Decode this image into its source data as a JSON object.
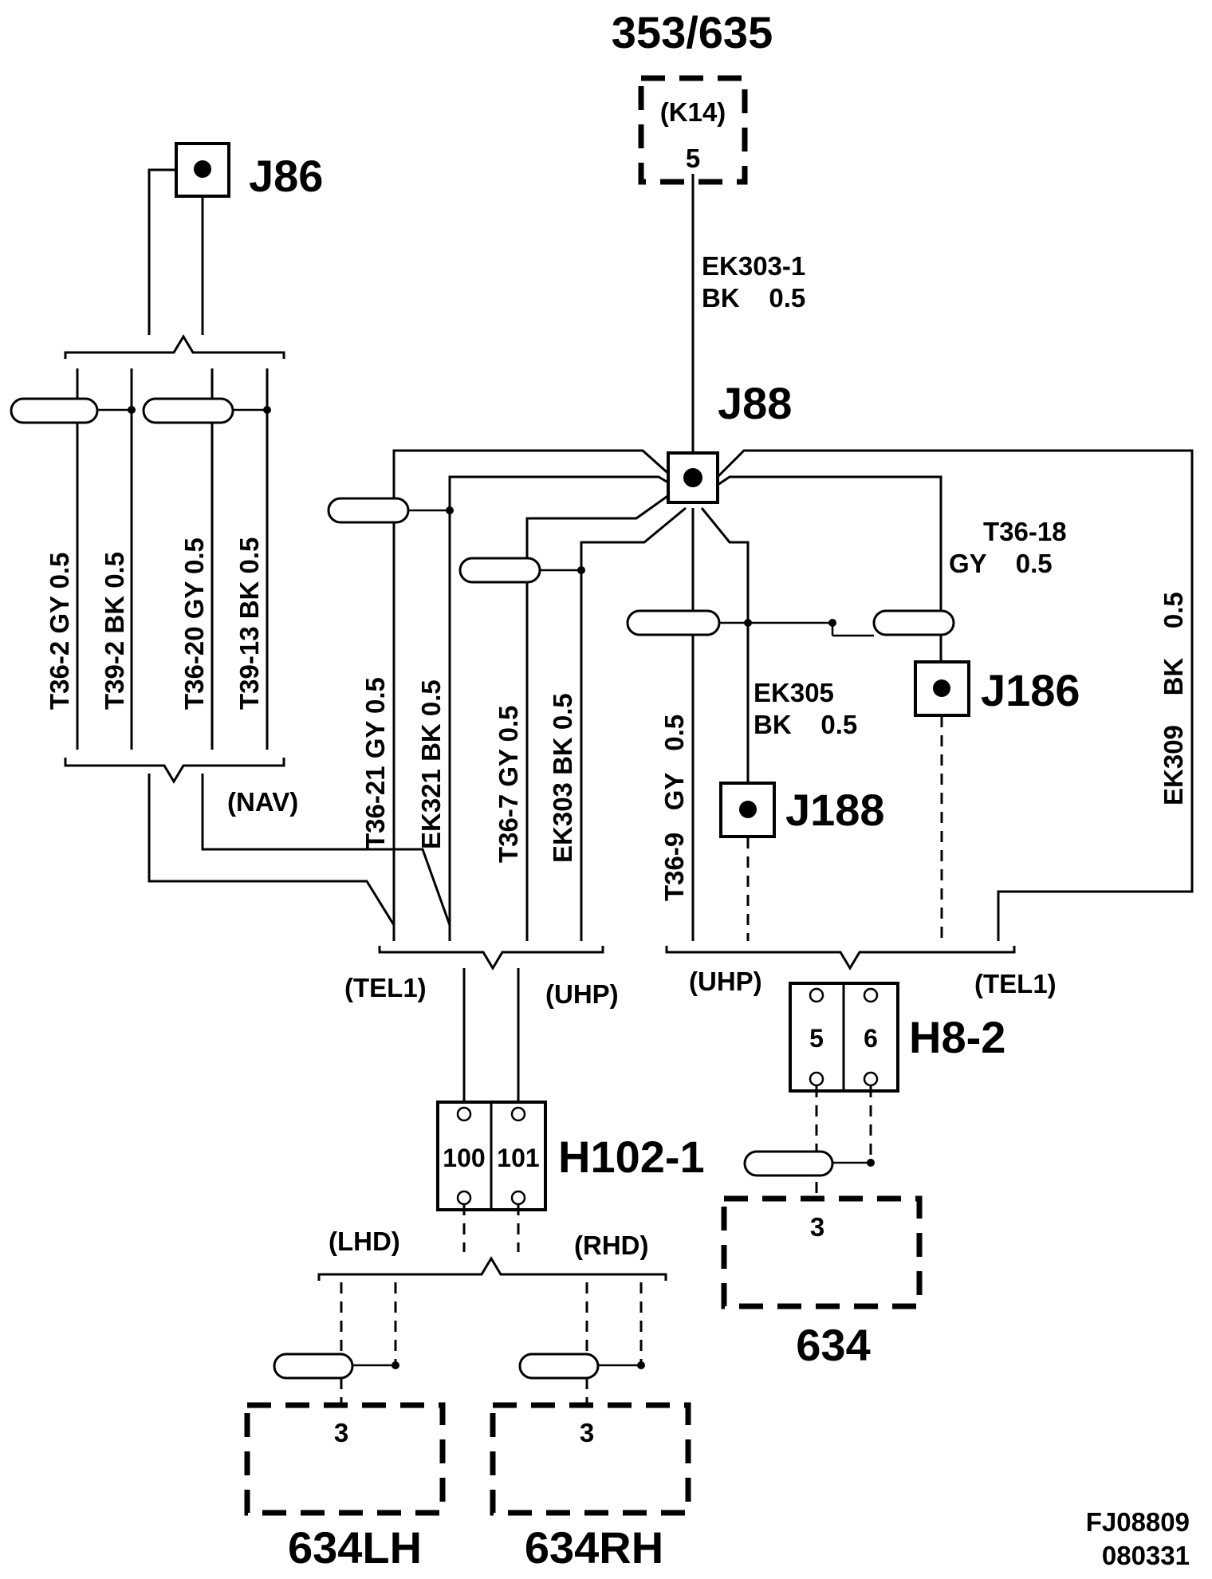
{
  "diagram_id": "FJ08809",
  "diagram_date": "080331",
  "top_component": {
    "name": "353/635",
    "connector": "(K14)",
    "pin": "5"
  },
  "wires": {
    "ek303_1": "EK303-1",
    "ek303_1_spec": "BK    0.5",
    "t36_2": "T36-2  GY  0.5",
    "t39_2": "T39-2  BK  0.5",
    "t36_20": "T36-20  GY  0.5",
    "t39_13": "T39-13  BK  0.5",
    "t36_21": "T36-21 GY  0.5",
    "ek321": "EK321  BK  0.5",
    "t36_7": "T36-7  GY  0.5",
    "ek303": "EK303  BK  0.5",
    "t36_9": "T36-9   GY   0.5",
    "ek305": "EK305",
    "ek305_spec": "BK    0.5",
    "t36_18": "T36-18",
    "t36_18_spec": "GY    0.5",
    "ek309": "EK309    BK    0.5"
  },
  "junctions": {
    "j86": "J86",
    "j88": "J88",
    "j186": "J186",
    "j188": "J188"
  },
  "options": {
    "nav": "(NAV)",
    "tel1_left": "(TEL1)",
    "uhp_left": "(UHP)",
    "uhp_right": "(UHP)",
    "tel1_right": "(TEL1)",
    "lhd": "(LHD)",
    "rhd": "(RHD)"
  },
  "connectors": {
    "h102": {
      "name": "H102-1",
      "pins": [
        "100",
        "101"
      ]
    },
    "h8": {
      "name": "H8-2",
      "pins": [
        "5",
        "6"
      ]
    }
  },
  "components": {
    "c634": {
      "name": "634",
      "pin": "3"
    },
    "c634lh": {
      "name": "634LH",
      "pin": "3"
    },
    "c634rh": {
      "name": "634RH",
      "pin": "3"
    }
  }
}
